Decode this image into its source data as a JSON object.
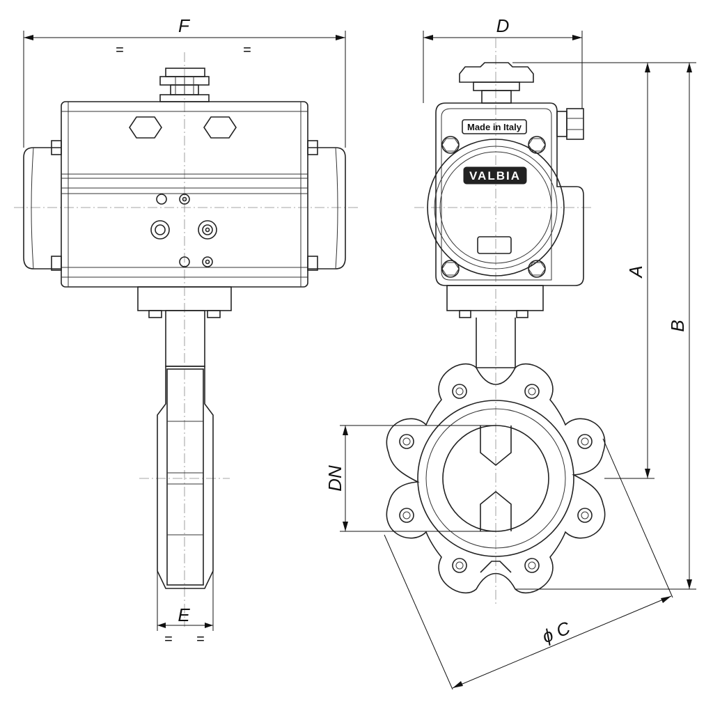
{
  "dimensions": {
    "F": "F",
    "D": "D",
    "A": "A",
    "B": "B",
    "DN": "DN",
    "E": "E",
    "C": "ϕ C"
  },
  "symmetry_marks": [
    "=",
    "="
  ],
  "nameplate": "Made in Italy",
  "logo": "VALBIA",
  "colors": {
    "line": "#222222",
    "centerline": "#888888",
    "background": "#ffffff"
  }
}
